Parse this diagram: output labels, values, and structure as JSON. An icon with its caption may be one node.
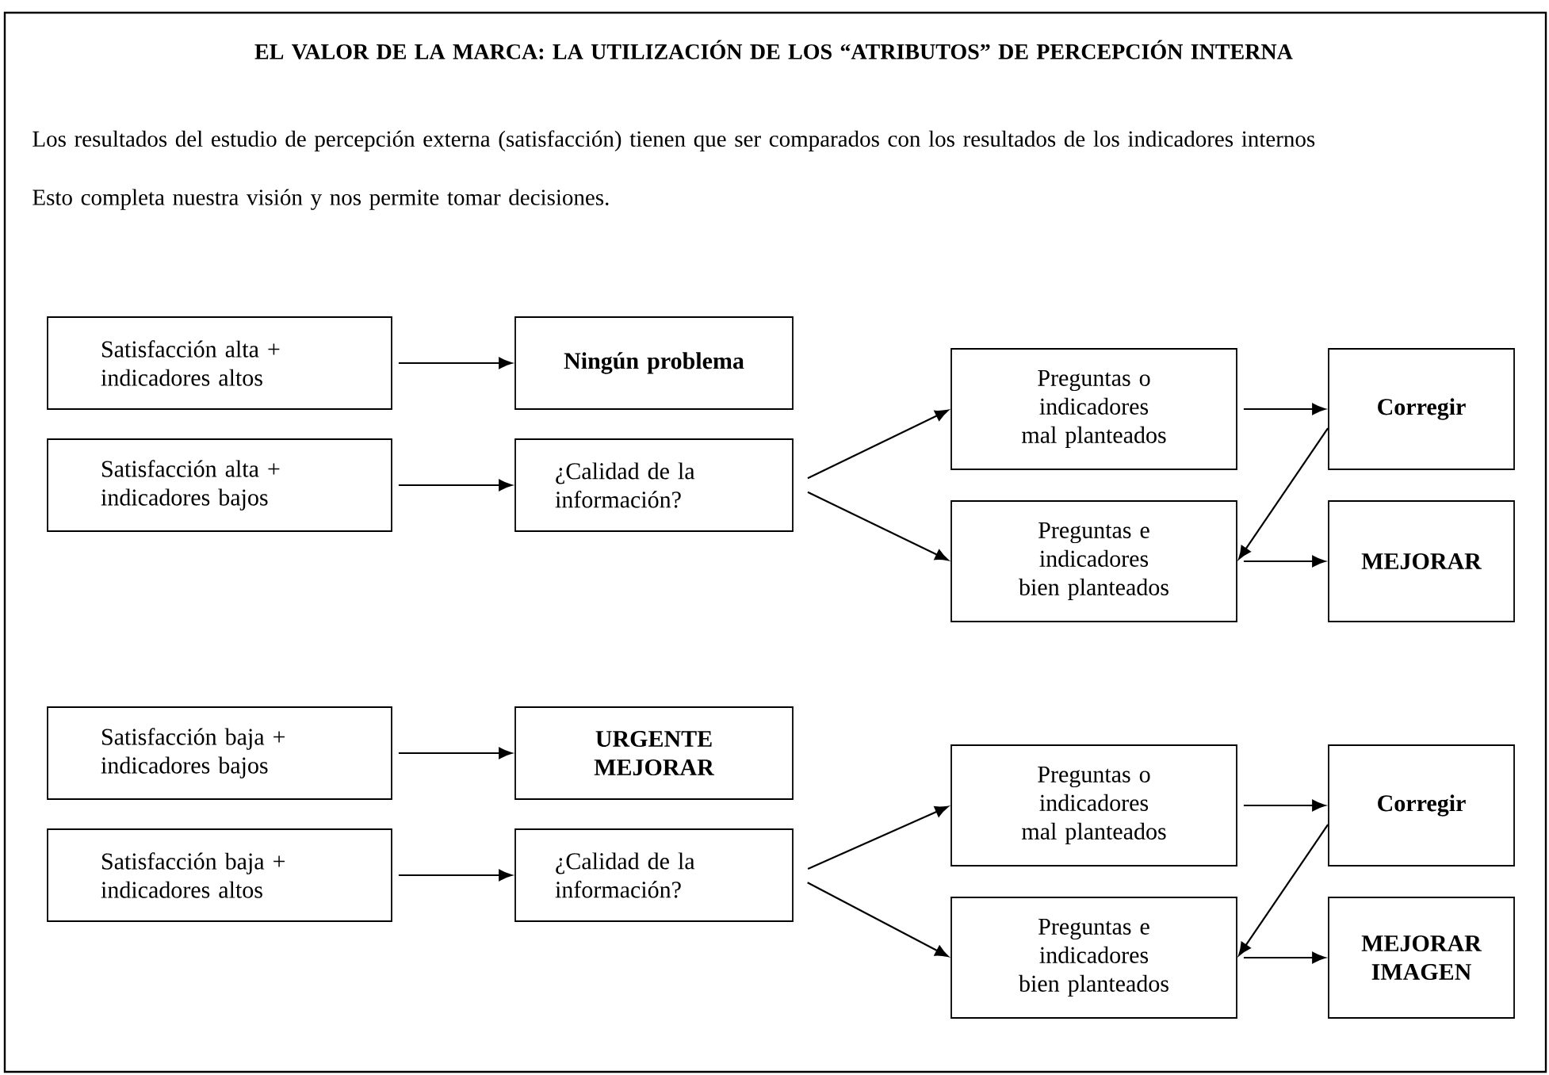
{
  "diagram": {
    "title": "EL VALOR DE LA MARCA: LA UTILIZACIÓN DE LOS “ATRIBUTOS” DE PERCEPCIÓN INTERNA",
    "nodes": [
      {
        "text": [
          "Satisfacción alta + indicadores altos"
        ]
      },
      {
        "text": [
          "Ningún problema"
        ]
      },
      {
        "text": [
          "Satisfacción alta + indicadores bajos"
        ]
      },
      {
        "text": [
          "¿Calidad de la información?"
        ]
      },
      {
        "text": [
          "Preguntas o indicadores mal planteados"
        ]
      },
      {
        "text": [
          "Corregir"
        ]
      },
      {
        "text": [
          "Preguntas e indicadores bien planteados"
        ]
      },
      {
        "text": [
          "MEJORAR"
        ]
      },
      {
        "text": [
          "Satisfacción baja + indicadores bajos"
        ]
      },
      {
        "text": [
          "URGENTE MEJORAR"
        ]
      },
      {
        "text": [
          "Satisfacción baja + indicadores altos"
        ]
      },
      {
        "text": [
          "¿Calidad de la información?"
        ]
      },
      {
        "text": [
          "Preguntas o indicadores mal planteados"
        ]
      },
      {
        "text": [
          "Corregir"
        ]
      },
      {
        "text": [
          "Preguntas e indicadores bien planteados"
        ]
      },
      {
        "text": [
          "MEJORAR IMAGEN"
        ]
      }
    ],
    "edges": [
      {
        "from": 0,
        "to": 1,
        "arrow": "to"
      },
      {
        "from": 2,
        "to": 3,
        "arrow": "to"
      },
      {
        "from": 3,
        "to": 4,
        "arrow": "to"
      },
      {
        "from": 3,
        "to": 6,
        "arrow": "to"
      },
      {
        "from": 4,
        "to": 5,
        "arrow": "to"
      },
      {
        "from": 5,
        "to": 6,
        "arrow": "to"
      },
      {
        "from": 6,
        "to": 7,
        "arrow": "to"
      },
      {
        "from": 8,
        "to": 9,
        "arrow": "to"
      },
      {
        "from": 10,
        "to": 11,
        "arrow": "to"
      },
      {
        "from": 11,
        "to": 12,
        "arrow": "to"
      },
      {
        "from": 11,
        "to": 14,
        "arrow": "to"
      },
      {
        "from": 12,
        "to": 13,
        "arrow": "to"
      },
      {
        "from": 13,
        "to": 14,
        "arrow": "to"
      },
      {
        "from": 14,
        "to": 15,
        "arrow": "to"
      }
    ],
    "labels": [
      "Los resultados del estudio de percepción externa (satisfacción) tienen que ser comparados con los resultados de los indicadores internos",
      "Esto completa nuestra visión y nos permite tomar decisiones."
    ]
  }
}
